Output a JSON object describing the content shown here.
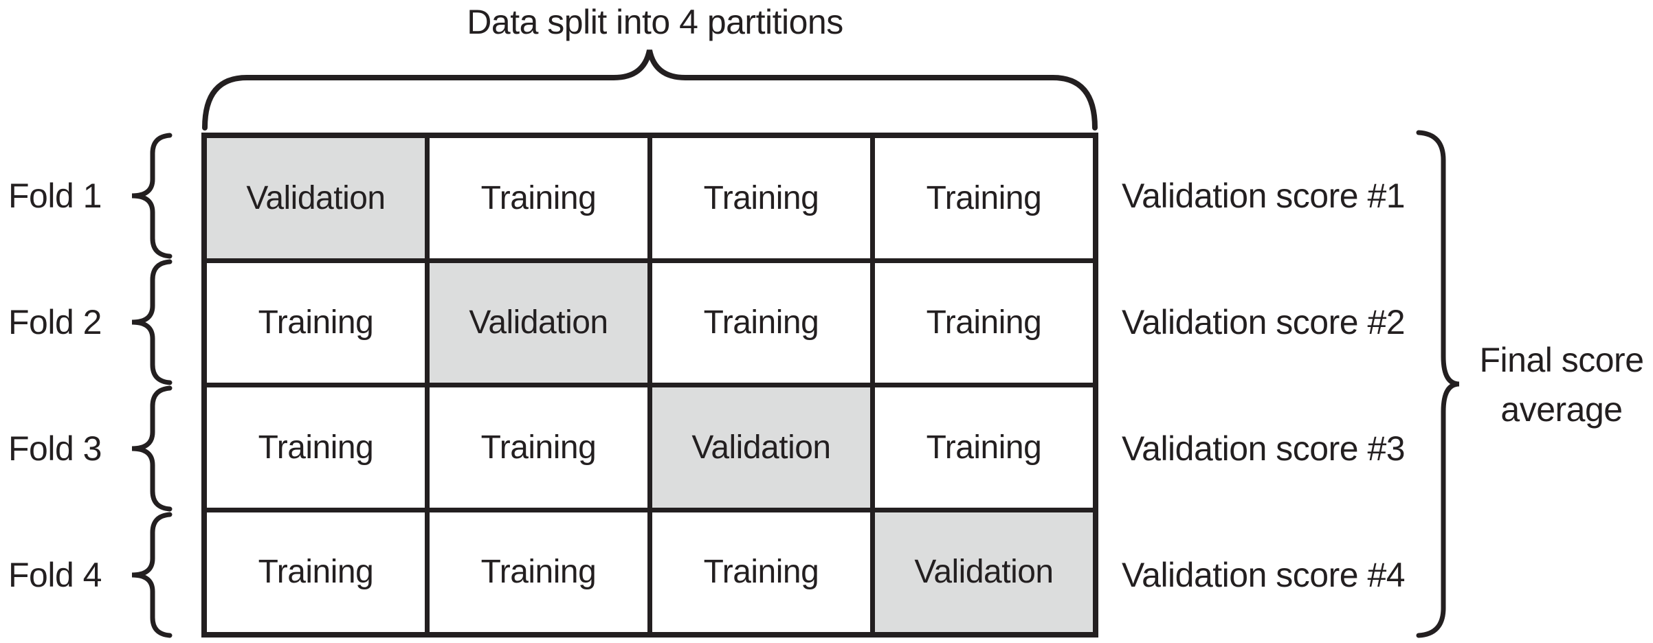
{
  "title": "Data split into 4 partitions",
  "folds": [
    {
      "label": "Fold 1",
      "cells": [
        "Validation",
        "Training",
        "Training",
        "Training"
      ],
      "score": "Validation score #1"
    },
    {
      "label": "Fold 2",
      "cells": [
        "Training",
        "Validation",
        "Training",
        "Training"
      ],
      "score": "Validation score #2"
    },
    {
      "label": "Fold 3",
      "cells": [
        "Training",
        "Training",
        "Validation",
        "Training"
      ],
      "score": "Validation score #3"
    },
    {
      "label": "Fold 4",
      "cells": [
        "Training",
        "Training",
        "Training",
        "Validation"
      ],
      "score": "Validation score #4"
    }
  ],
  "final_score": {
    "line1": "Final score",
    "line2": "average"
  },
  "colors": {
    "ink": "#231f20",
    "validation_fill": "#dcdddd",
    "training_fill": "#ffffff"
  },
  "validation_cell_text": "Validation"
}
